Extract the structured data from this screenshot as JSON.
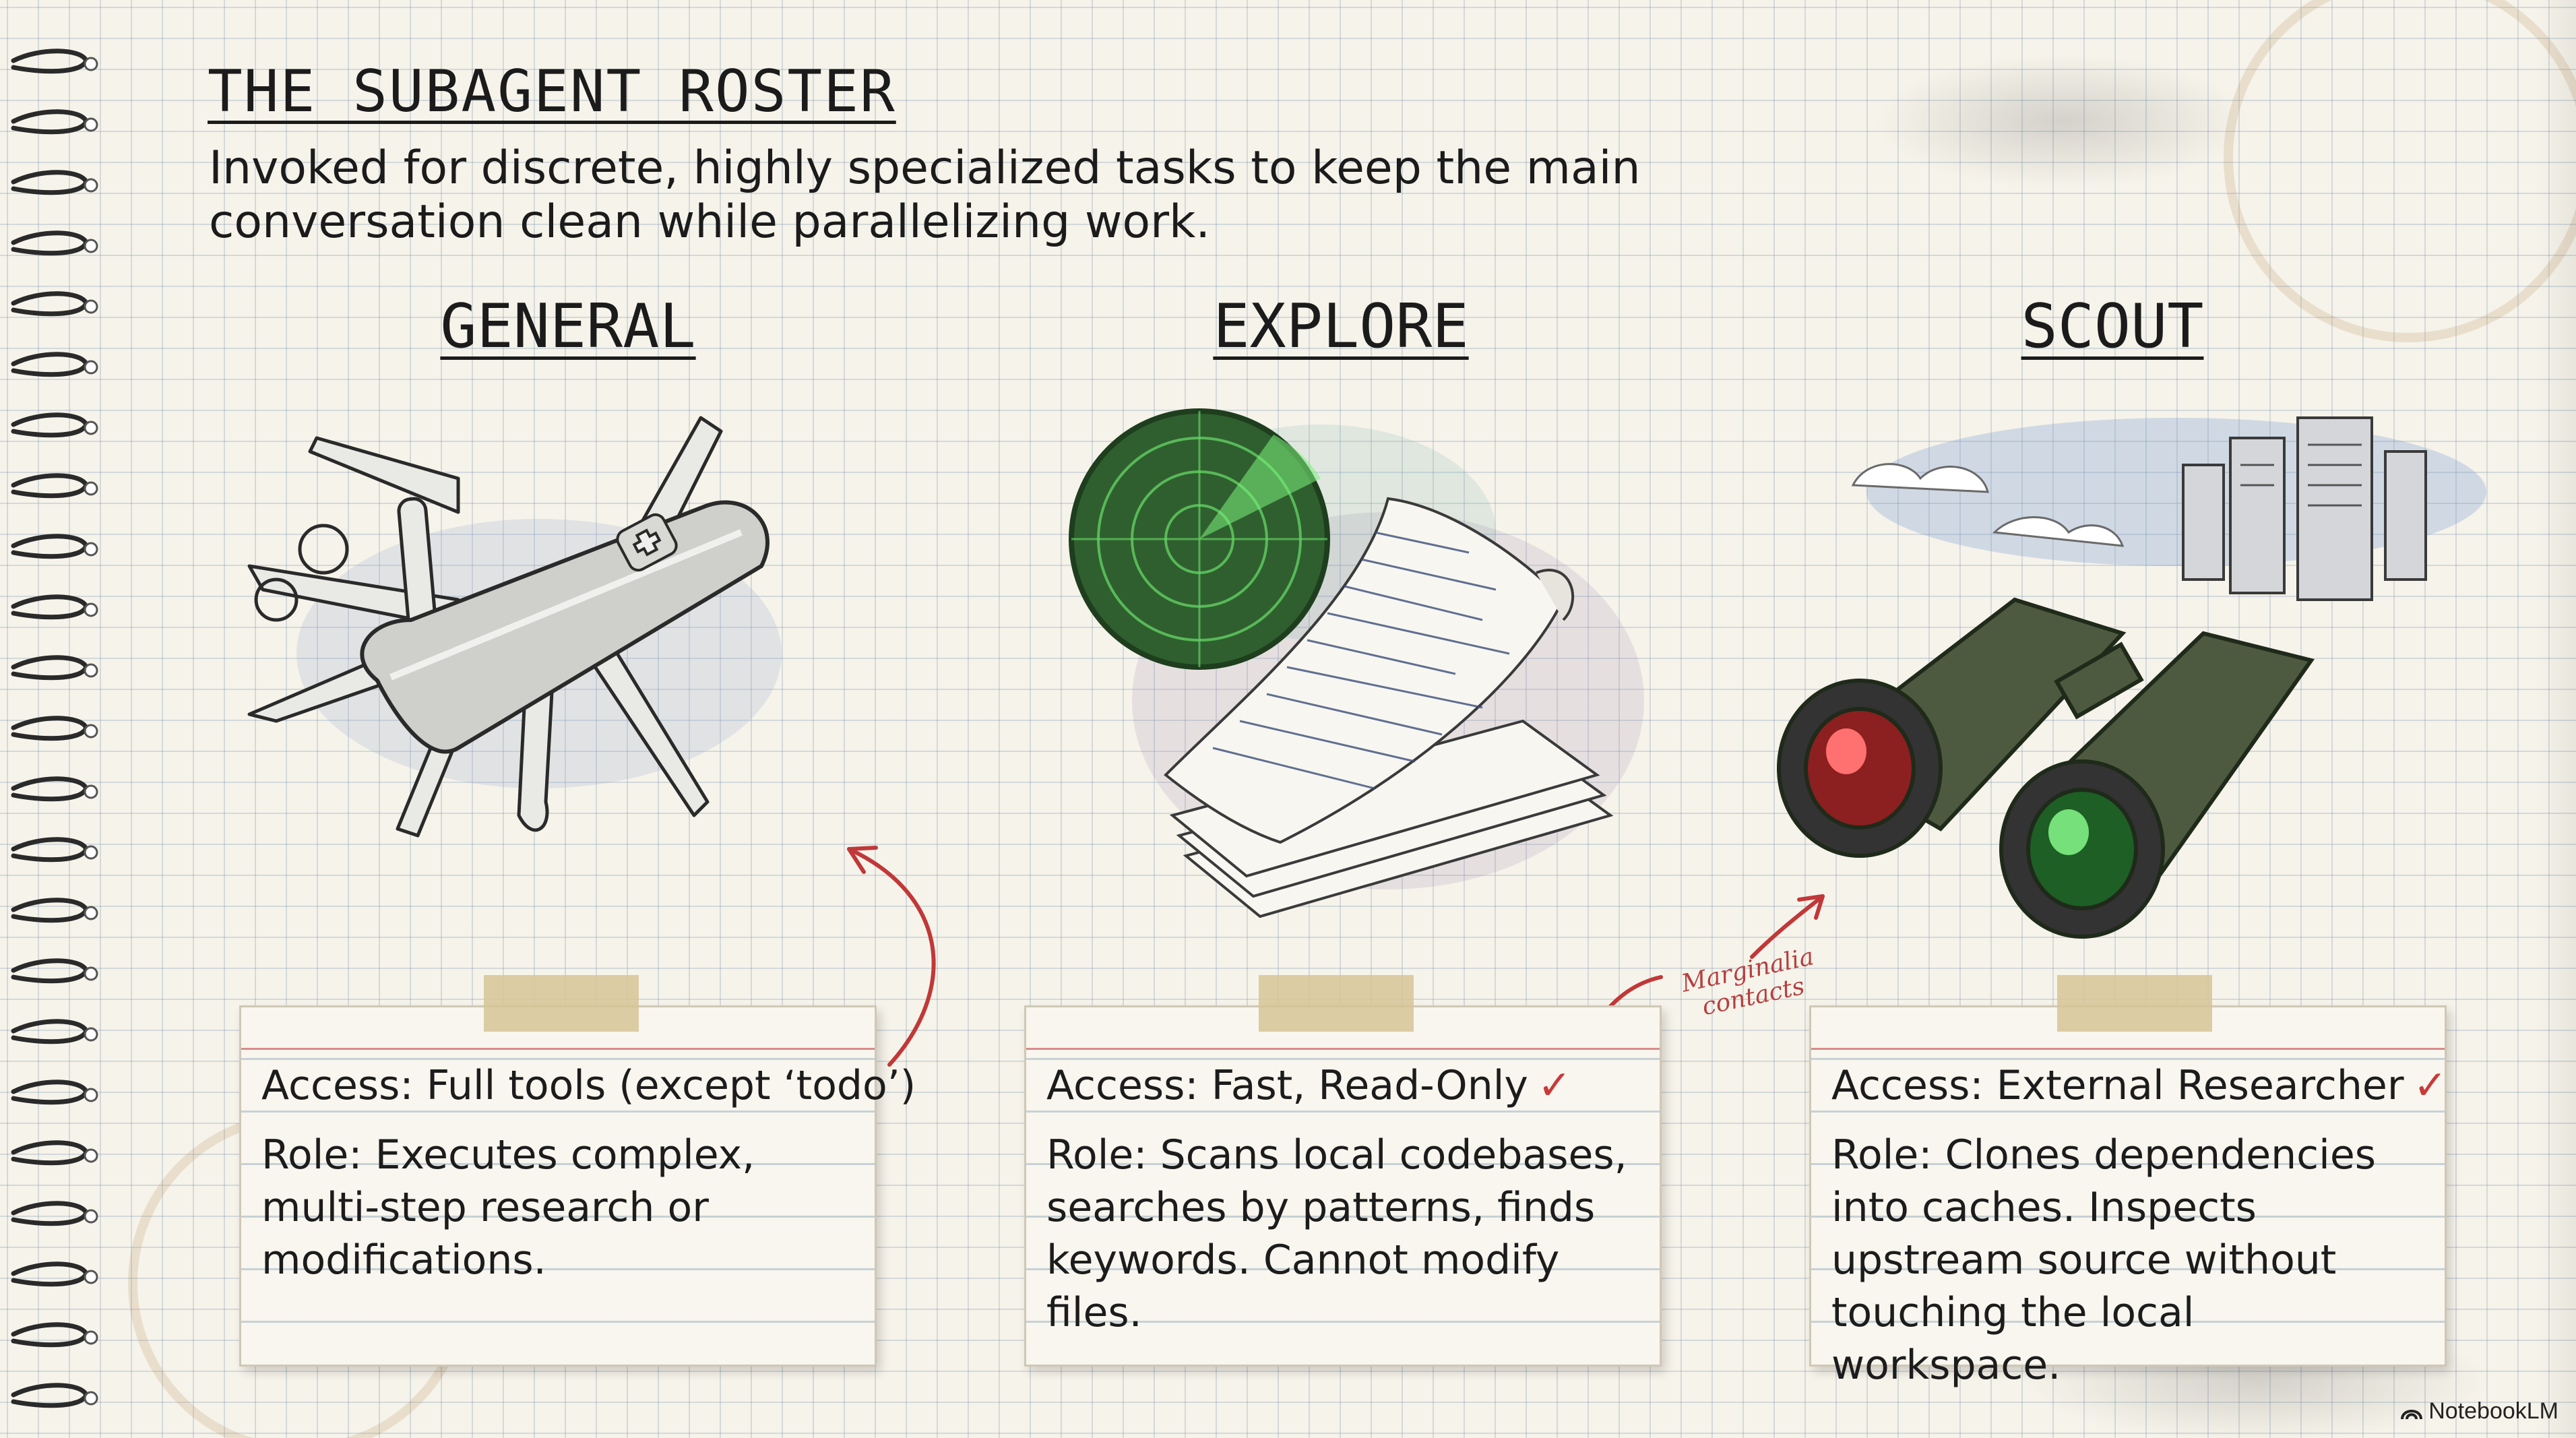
{
  "title": "THE  SUBAGENT  ROSTER",
  "subtitle": "Invoked for discrete, highly specialized tasks to keep the main conversation clean while parallelizing work.",
  "columns": [
    {
      "heading": "GENERAL",
      "illustration": "swiss-army-knife",
      "access": "Access: Full tools (except ‘todo’)",
      "checked": false,
      "role": "Role: Executes complex, multi-step research or modifications."
    },
    {
      "heading": "EXPLORE",
      "illustration": "radar-and-code-pages",
      "access": "Access: Fast, Read-Only",
      "checked": true,
      "role": "Role: Scans local codebases, searches by patterns, finds keywords. Cannot modify files."
    },
    {
      "heading": "SCOUT",
      "illustration": "binoculars-and-servers",
      "access": "Access: External Researcher",
      "checked": true,
      "role": "Role: Clones dependencies into caches. Inspects upstream source without touching the local workspace."
    }
  ],
  "check_mark": "✓",
  "margin_note": "Marginalia contacts",
  "brand": "NotebookLM",
  "colors": {
    "ink": "#1b1b1b",
    "red_pen": "#c83a3a",
    "radar_green": "#3fbf3f",
    "paper": "#f6f3ea"
  }
}
